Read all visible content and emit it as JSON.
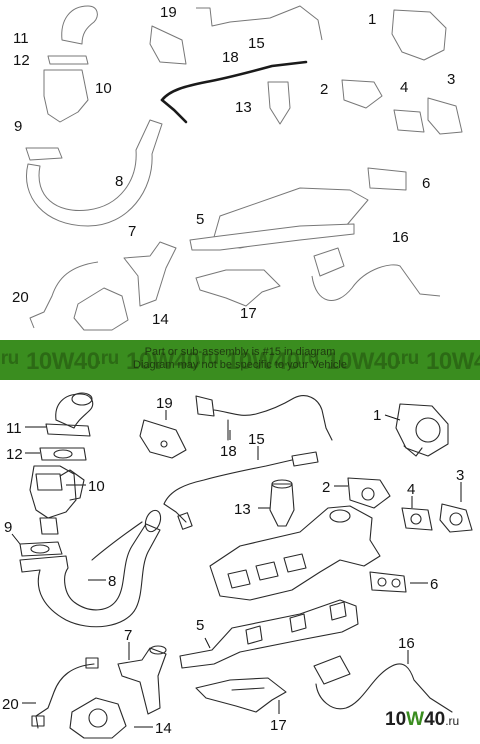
{
  "banner": {
    "watermark_domain": ".ru",
    "watermark_mark": "10W40",
    "note_line1": "Part or sub-assembly is #15 in diagram",
    "note_line2": "Diagram may not be specific to your Vehicle"
  },
  "logo": {
    "prefix": "10",
    "mark": "W",
    "suffix": "40",
    "tld": ".ru"
  },
  "top_callouts": {
    "c1": "1",
    "c2": "2",
    "c3": "3",
    "c4": "4",
    "c5": "5",
    "c6": "6",
    "c7": "7",
    "c8": "8",
    "c9": "9",
    "c10": "10",
    "c11": "11",
    "c12": "12",
    "c13": "13",
    "c14": "14",
    "c15": "15",
    "c16": "16",
    "c17": "17",
    "c18": "18",
    "c19": "19",
    "c20": "20"
  },
  "bottom_callouts": {
    "c1": "1",
    "c2": "2",
    "c3": "3",
    "c4": "4",
    "c5": "5",
    "c6": "6",
    "c7": "7",
    "c8": "8",
    "c9": "9",
    "c10": "10",
    "c11": "11",
    "c12": "12",
    "c13": "13",
    "c14": "14",
    "c15": "15",
    "c16": "16",
    "c17": "17",
    "c18": "18",
    "c19": "19",
    "c20": "20"
  },
  "highlighted_part": "15",
  "colors": {
    "banner_bg": "#3a8d1f",
    "watermark": "#2c6a15",
    "line": "#2a2a2a",
    "ghost_line": "#777777"
  }
}
